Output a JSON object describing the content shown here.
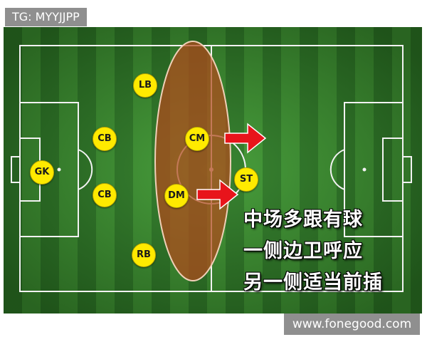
{
  "header_tag": "TG: MYYJJPP",
  "watermark": "www.fonegood.com",
  "colors": {
    "grass_dark": "#2f7f27",
    "grass_light": "#3f9a32",
    "player_fill": "#ffea00",
    "arrow": "#e8141b",
    "midfield_zone": "#b24a1c"
  },
  "players": [
    {
      "id": "GK",
      "label": "GK"
    },
    {
      "id": "CB1",
      "label": "CB"
    },
    {
      "id": "CB2",
      "label": "CB"
    },
    {
      "id": "LB",
      "label": "LB"
    },
    {
      "id": "RB",
      "label": "RB"
    },
    {
      "id": "CM",
      "label": "CM"
    },
    {
      "id": "DM",
      "label": "DM"
    },
    {
      "id": "ST",
      "label": "ST"
    }
  ],
  "caption": {
    "line1": "中场多跟有球",
    "line2": "一侧边卫呼应",
    "line3": "另一侧适当前插"
  }
}
